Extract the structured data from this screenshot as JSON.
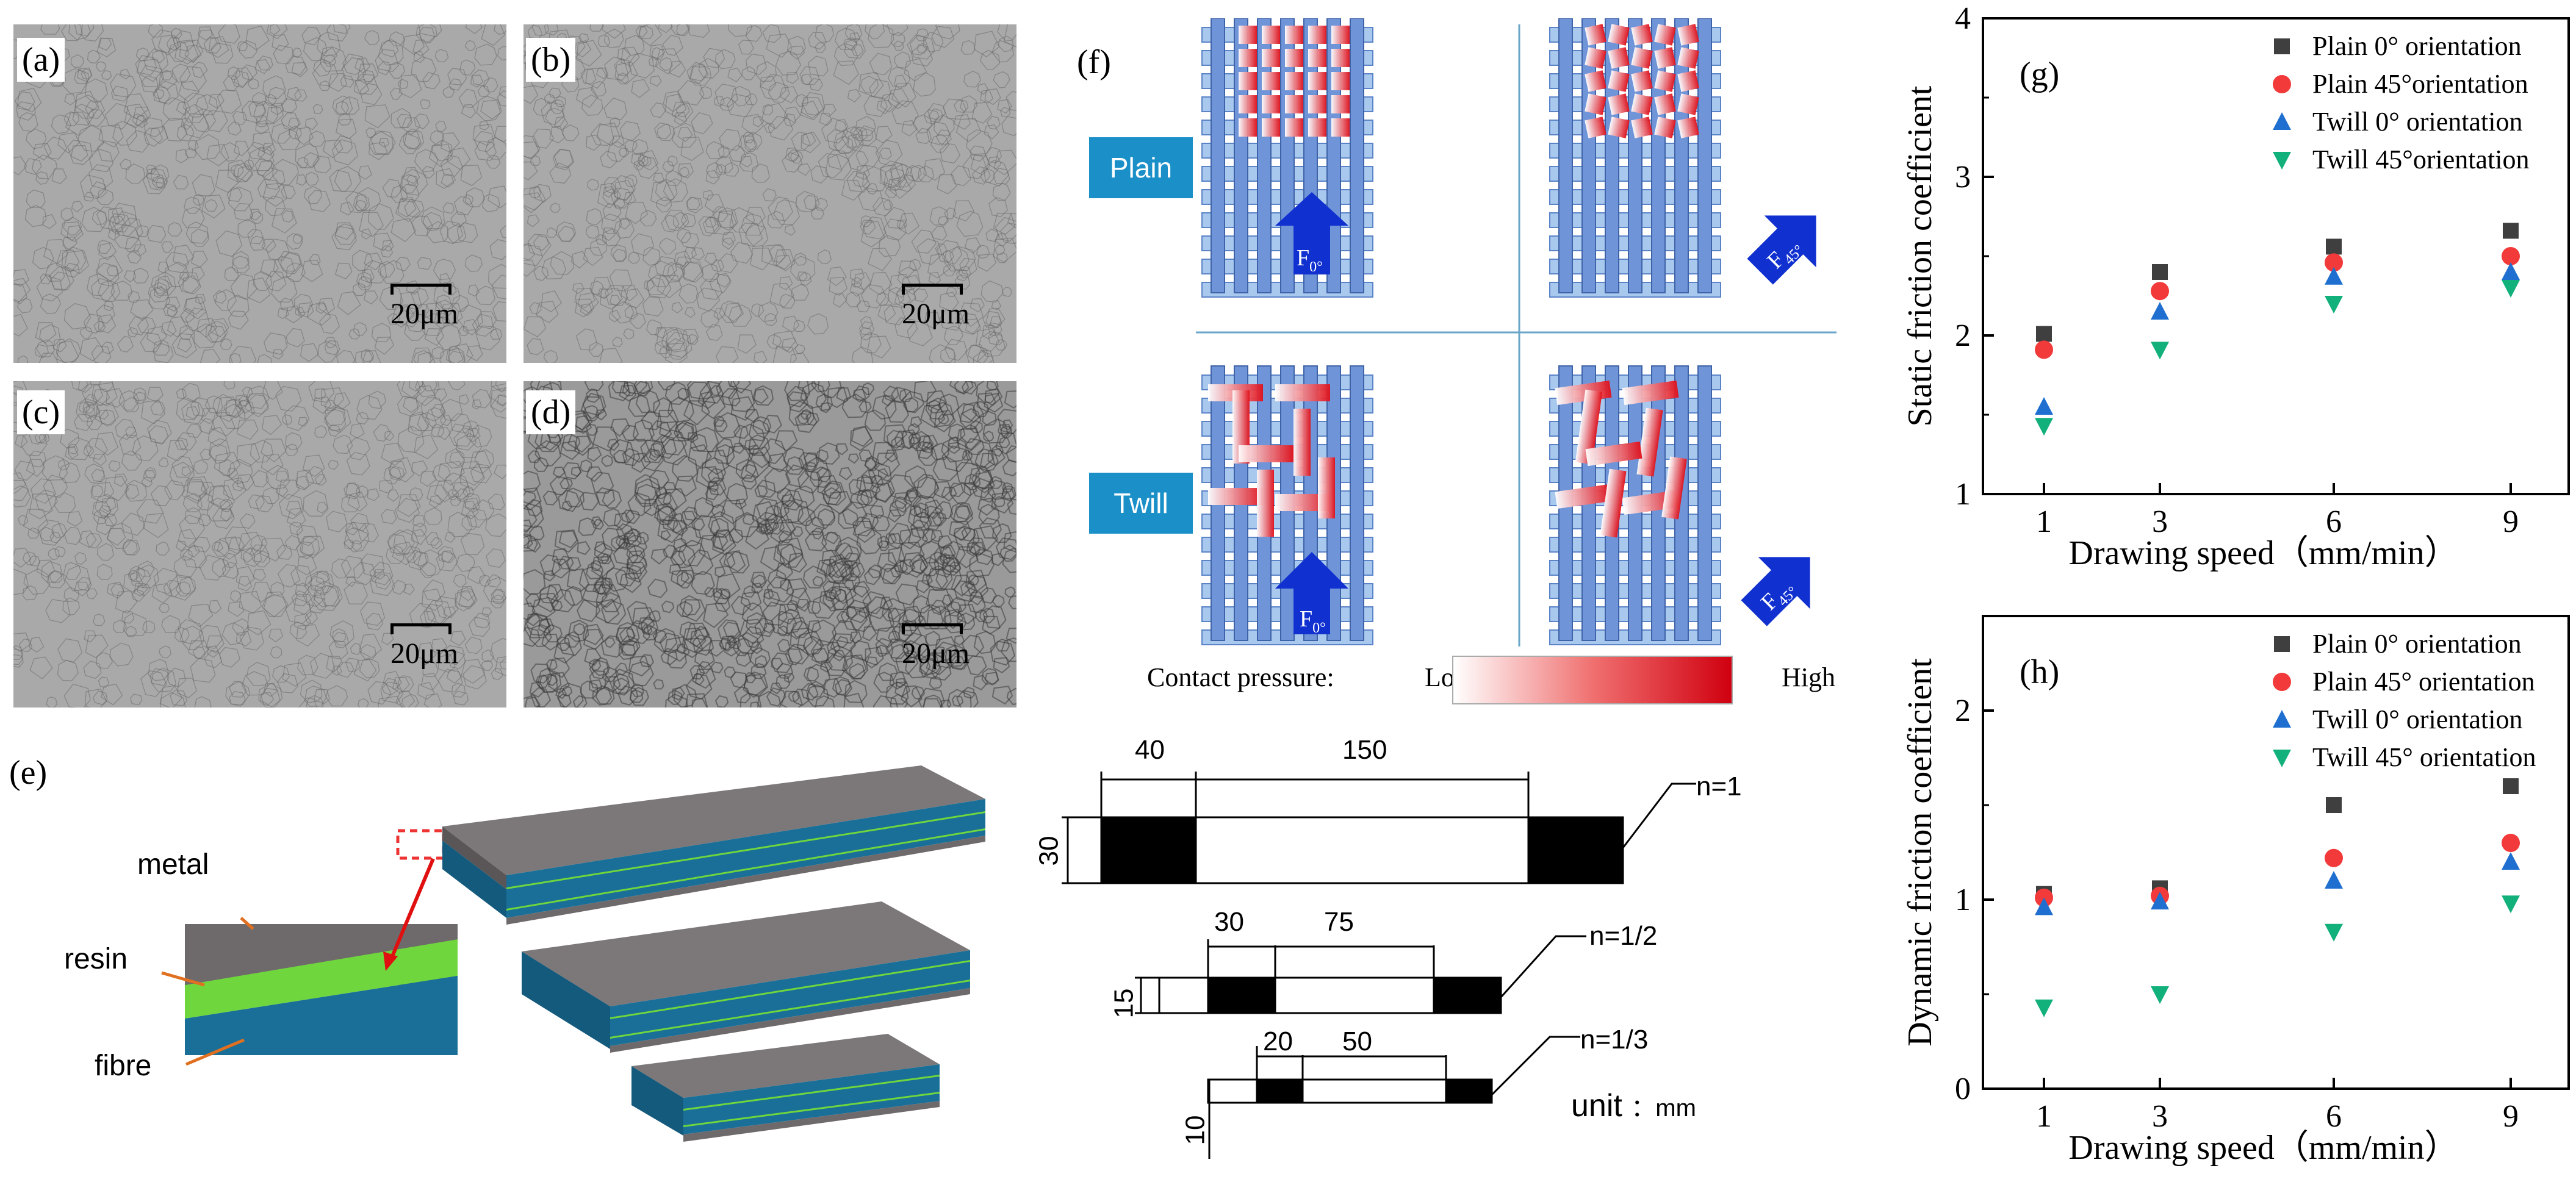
{
  "micrographs": [
    {
      "letter": "(a)",
      "scale": "20μm"
    },
    {
      "letter": "(b)",
      "scale": "20μm"
    },
    {
      "letter": "(c)",
      "scale": "20μm"
    },
    {
      "letter": "(d)",
      "scale": "20μm"
    }
  ],
  "panel_e": {
    "letter": "(e)",
    "materials": [
      "metal",
      "resin",
      "fibre"
    ],
    "specimens": [
      {
        "n": "n=1",
        "tab": "40",
        "gauge": "150",
        "width": "30"
      },
      {
        "n": "n=1/2",
        "tab": "30",
        "gauge": "75",
        "width": "15"
      },
      {
        "n": "n=1/3",
        "tab": "20",
        "gauge": "50",
        "width": "10"
      }
    ],
    "unit_label": "unit",
    "unit_value": "：mm"
  },
  "panel_f": {
    "letter": "(f)",
    "rows": [
      "Plain",
      "Twill"
    ],
    "force_0": "F",
    "force_0_sub": "0°",
    "force_45": "F",
    "force_45_sub": "45°",
    "contact_label": "Contact pressure:",
    "low": "Low",
    "high": "High"
  },
  "colors": {
    "plain0": "#3f3f3f",
    "plain45": "#f23a3a",
    "twill0": "#1f6fd1",
    "twill45": "#12b07a",
    "weave_light": "#a9c8ee",
    "weave_dark": "#6f95d8",
    "pressure": "#e0101a",
    "metal": "#6e6a6b",
    "resin": "#6fd63d",
    "fibre": "#1a6f98"
  },
  "chart_data": [
    {
      "type": "scatter",
      "letter": "(g)",
      "ylabel": "Static friction coefficient",
      "xlabel": "Drawing speed（mm/min）",
      "x_categories": [
        "1",
        "3",
        "6",
        "9"
      ],
      "ylim": [
        1,
        4
      ],
      "yticks": [
        "1",
        "2",
        "3",
        "4"
      ],
      "series": [
        {
          "name": "Plain 0°  orientation",
          "marker": "square",
          "color": "#3f3f3f",
          "values": [
            2.01,
            2.4,
            2.56,
            2.66
          ]
        },
        {
          "name": "Plain 45°orientation",
          "marker": "circle",
          "color": "#f23a3a",
          "values": [
            1.91,
            2.28,
            2.46,
            2.5
          ]
        },
        {
          "name": "Twill 0°  orientation",
          "marker": "triangle-up",
          "color": "#1f6fd1",
          "values": [
            1.55,
            2.15,
            2.37,
            2.4
          ]
        },
        {
          "name": "Twill 45°orientation",
          "marker": "triangle-down",
          "color": "#12b07a",
          "values": [
            1.43,
            1.91,
            2.2,
            2.3
          ]
        }
      ]
    },
    {
      "type": "scatter",
      "letter": "(h)",
      "ylabel": "Dynamic friction coefficient",
      "xlabel": "Drawing speed（mm/min）",
      "x_categories": [
        "1",
        "3",
        "6",
        "9"
      ],
      "ylim": [
        0,
        2.5
      ],
      "yticks": [
        "0",
        "1",
        "2"
      ],
      "series": [
        {
          "name": "Plain 0°   orientation",
          "marker": "square",
          "color": "#3f3f3f",
          "values": [
            1.03,
            1.06,
            1.5,
            1.6
          ]
        },
        {
          "name": "Plain 45° orientation",
          "marker": "circle",
          "color": "#f23a3a",
          "values": [
            1.01,
            1.02,
            1.22,
            1.3
          ]
        },
        {
          "name": "Twill 0°   orientation",
          "marker": "triangle-up",
          "color": "#1f6fd1",
          "values": [
            0.96,
            0.99,
            1.1,
            1.2
          ]
        },
        {
          "name": "Twill 45° orientation",
          "marker": "triangle-down",
          "color": "#12b07a",
          "values": [
            0.43,
            0.5,
            0.83,
            0.98
          ]
        }
      ]
    }
  ]
}
